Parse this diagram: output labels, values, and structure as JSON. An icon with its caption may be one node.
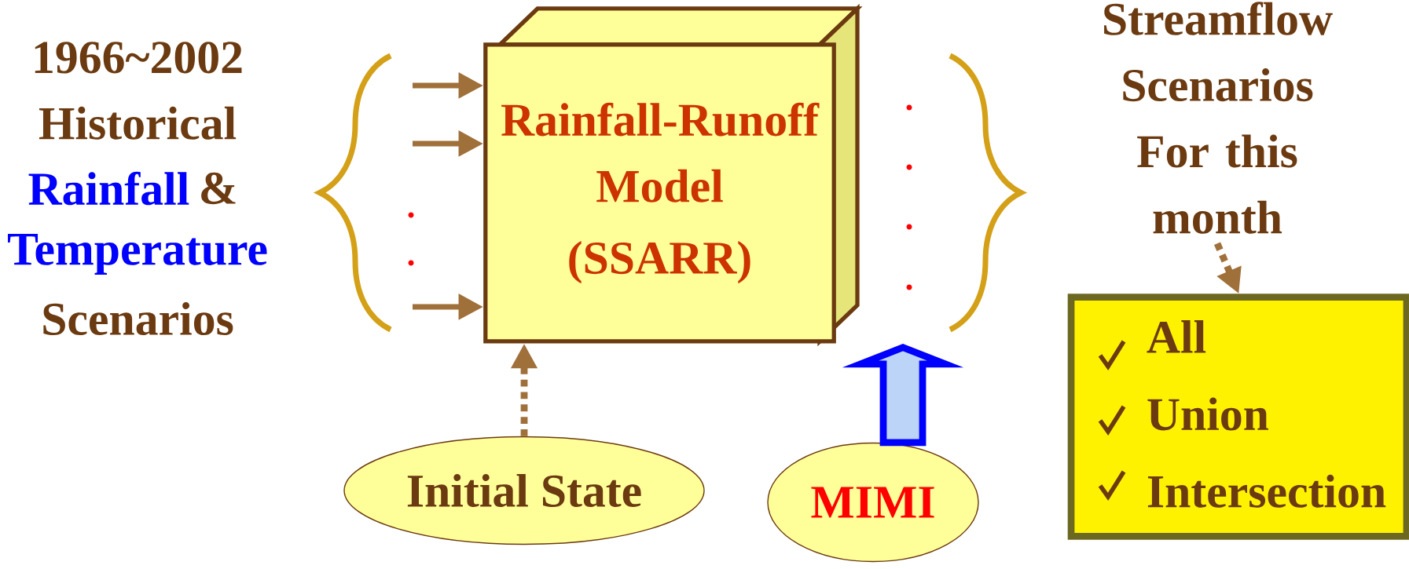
{
  "diagram": {
    "nodes": [
      {
        "text": [
          "Rainfall-Runoff Model",
          "(SSARR)"
        ]
      },
      {
        "text": [
          "Initial State"
        ]
      },
      {
        "text": [
          "MIMI"
        ]
      },
      {
        "text": [
          "Streamflow Scenarios For this month"
        ]
      },
      {
        "text": [
          "All",
          "Union",
          "Intersection"
        ]
      }
    ],
    "edges": [
      {
        "from": null,
        "to": 0,
        "arrow": "to"
      },
      {
        "from": null,
        "to": 0,
        "arrow": "to"
      },
      {
        "from": null,
        "to": 0,
        "arrow": "to"
      },
      {
        "from": 1,
        "to": 0,
        "arrow": "to",
        "style": "dashed"
      },
      {
        "from": 2,
        "to": 0,
        "arrow": "to",
        "style": "thick",
        "color": "#0000ff"
      },
      {
        "from": 3,
        "to": 4,
        "arrow": "to",
        "style": "dashed"
      }
    ],
    "labels": [
      "1966~2002 Historical",
      "Rainfall",
      "&",
      "Temperature",
      "Scenarios"
    ]
  }
}
